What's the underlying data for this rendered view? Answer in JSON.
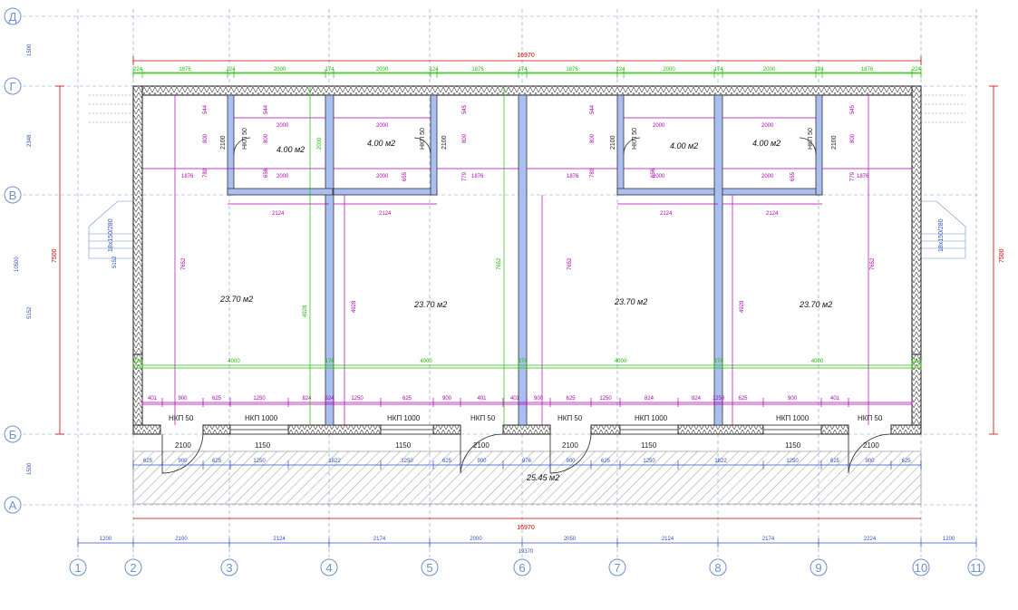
{
  "colors": {
    "wall": "#9fb6e8",
    "dim_red": "#d10000",
    "dim_green": "#22bb00",
    "dim_magenta": "#b000b0",
    "dim_blue": "#3050c0",
    "axis": "#6f8fd0",
    "ink": "#222222"
  },
  "axes": {
    "rows": [
      "Д",
      "Г",
      "В",
      "Б",
      "А"
    ],
    "cols": [
      "1",
      "2",
      "3",
      "4",
      "5",
      "6",
      "7",
      "8",
      "9",
      "10",
      "11"
    ]
  },
  "overall": {
    "width": "16970",
    "total": "19370",
    "height": "7500"
  },
  "left_dims": {
    "a": "1500",
    "b": "2348",
    "c": "10500",
    "d": "5152",
    "e": "1500",
    "f": "5152",
    "g": "7500"
  },
  "top_green": [
    "224",
    "1876",
    "124",
    "2000",
    "174",
    "2000",
    "124",
    "1876",
    "174",
    "1876",
    "124",
    "2000",
    "174",
    "2000",
    "124",
    "1876",
    "224"
  ],
  "mid_green": [
    "224",
    "4000",
    "174",
    "4000",
    "174",
    "4000",
    "174",
    "4000",
    "224"
  ],
  "mag_row": [
    "401",
    "900",
    "625",
    "1250",
    "824",
    "824",
    "1250",
    "625",
    "900",
    "401",
    "401",
    "900",
    "625",
    "1250",
    "824",
    "824",
    "1250",
    "625",
    "900",
    "401"
  ],
  "blue_row": [
    "625",
    "900",
    "625",
    "1250",
    "1822",
    "1250",
    "625",
    "900",
    "976",
    "900",
    "625",
    "1250",
    "1822",
    "1250",
    "625",
    "900",
    "625"
  ],
  "axis_bottom": [
    "1200",
    "2100",
    "2124",
    "2174",
    "2000",
    "2050",
    "2124",
    "2174",
    "2224",
    "1200"
  ],
  "rooms": {
    "main_area": "23.70 м2",
    "bath_area": "4.00 м2",
    "porch_area": "25.45 м2"
  },
  "bath_dims": {
    "d544": "544",
    "d800": "800",
    "d2100": "2100",
    "d2000": "2000",
    "d1876": "1876",
    "d780": "780",
    "d656": "656",
    "d655": "655",
    "d779": "779",
    "d545": "545",
    "d2124": "2124"
  },
  "interior": {
    "d7652": "7652",
    "d4928": "4928",
    "d174": "174",
    "d224": "224"
  },
  "door_labels": {
    "small": "НКП 50",
    "large": "НКП 1000"
  },
  "opening_widths": {
    "door": "2100",
    "window": "1150",
    "window_b": "1150"
  },
  "stair_label": "18x150/280"
}
